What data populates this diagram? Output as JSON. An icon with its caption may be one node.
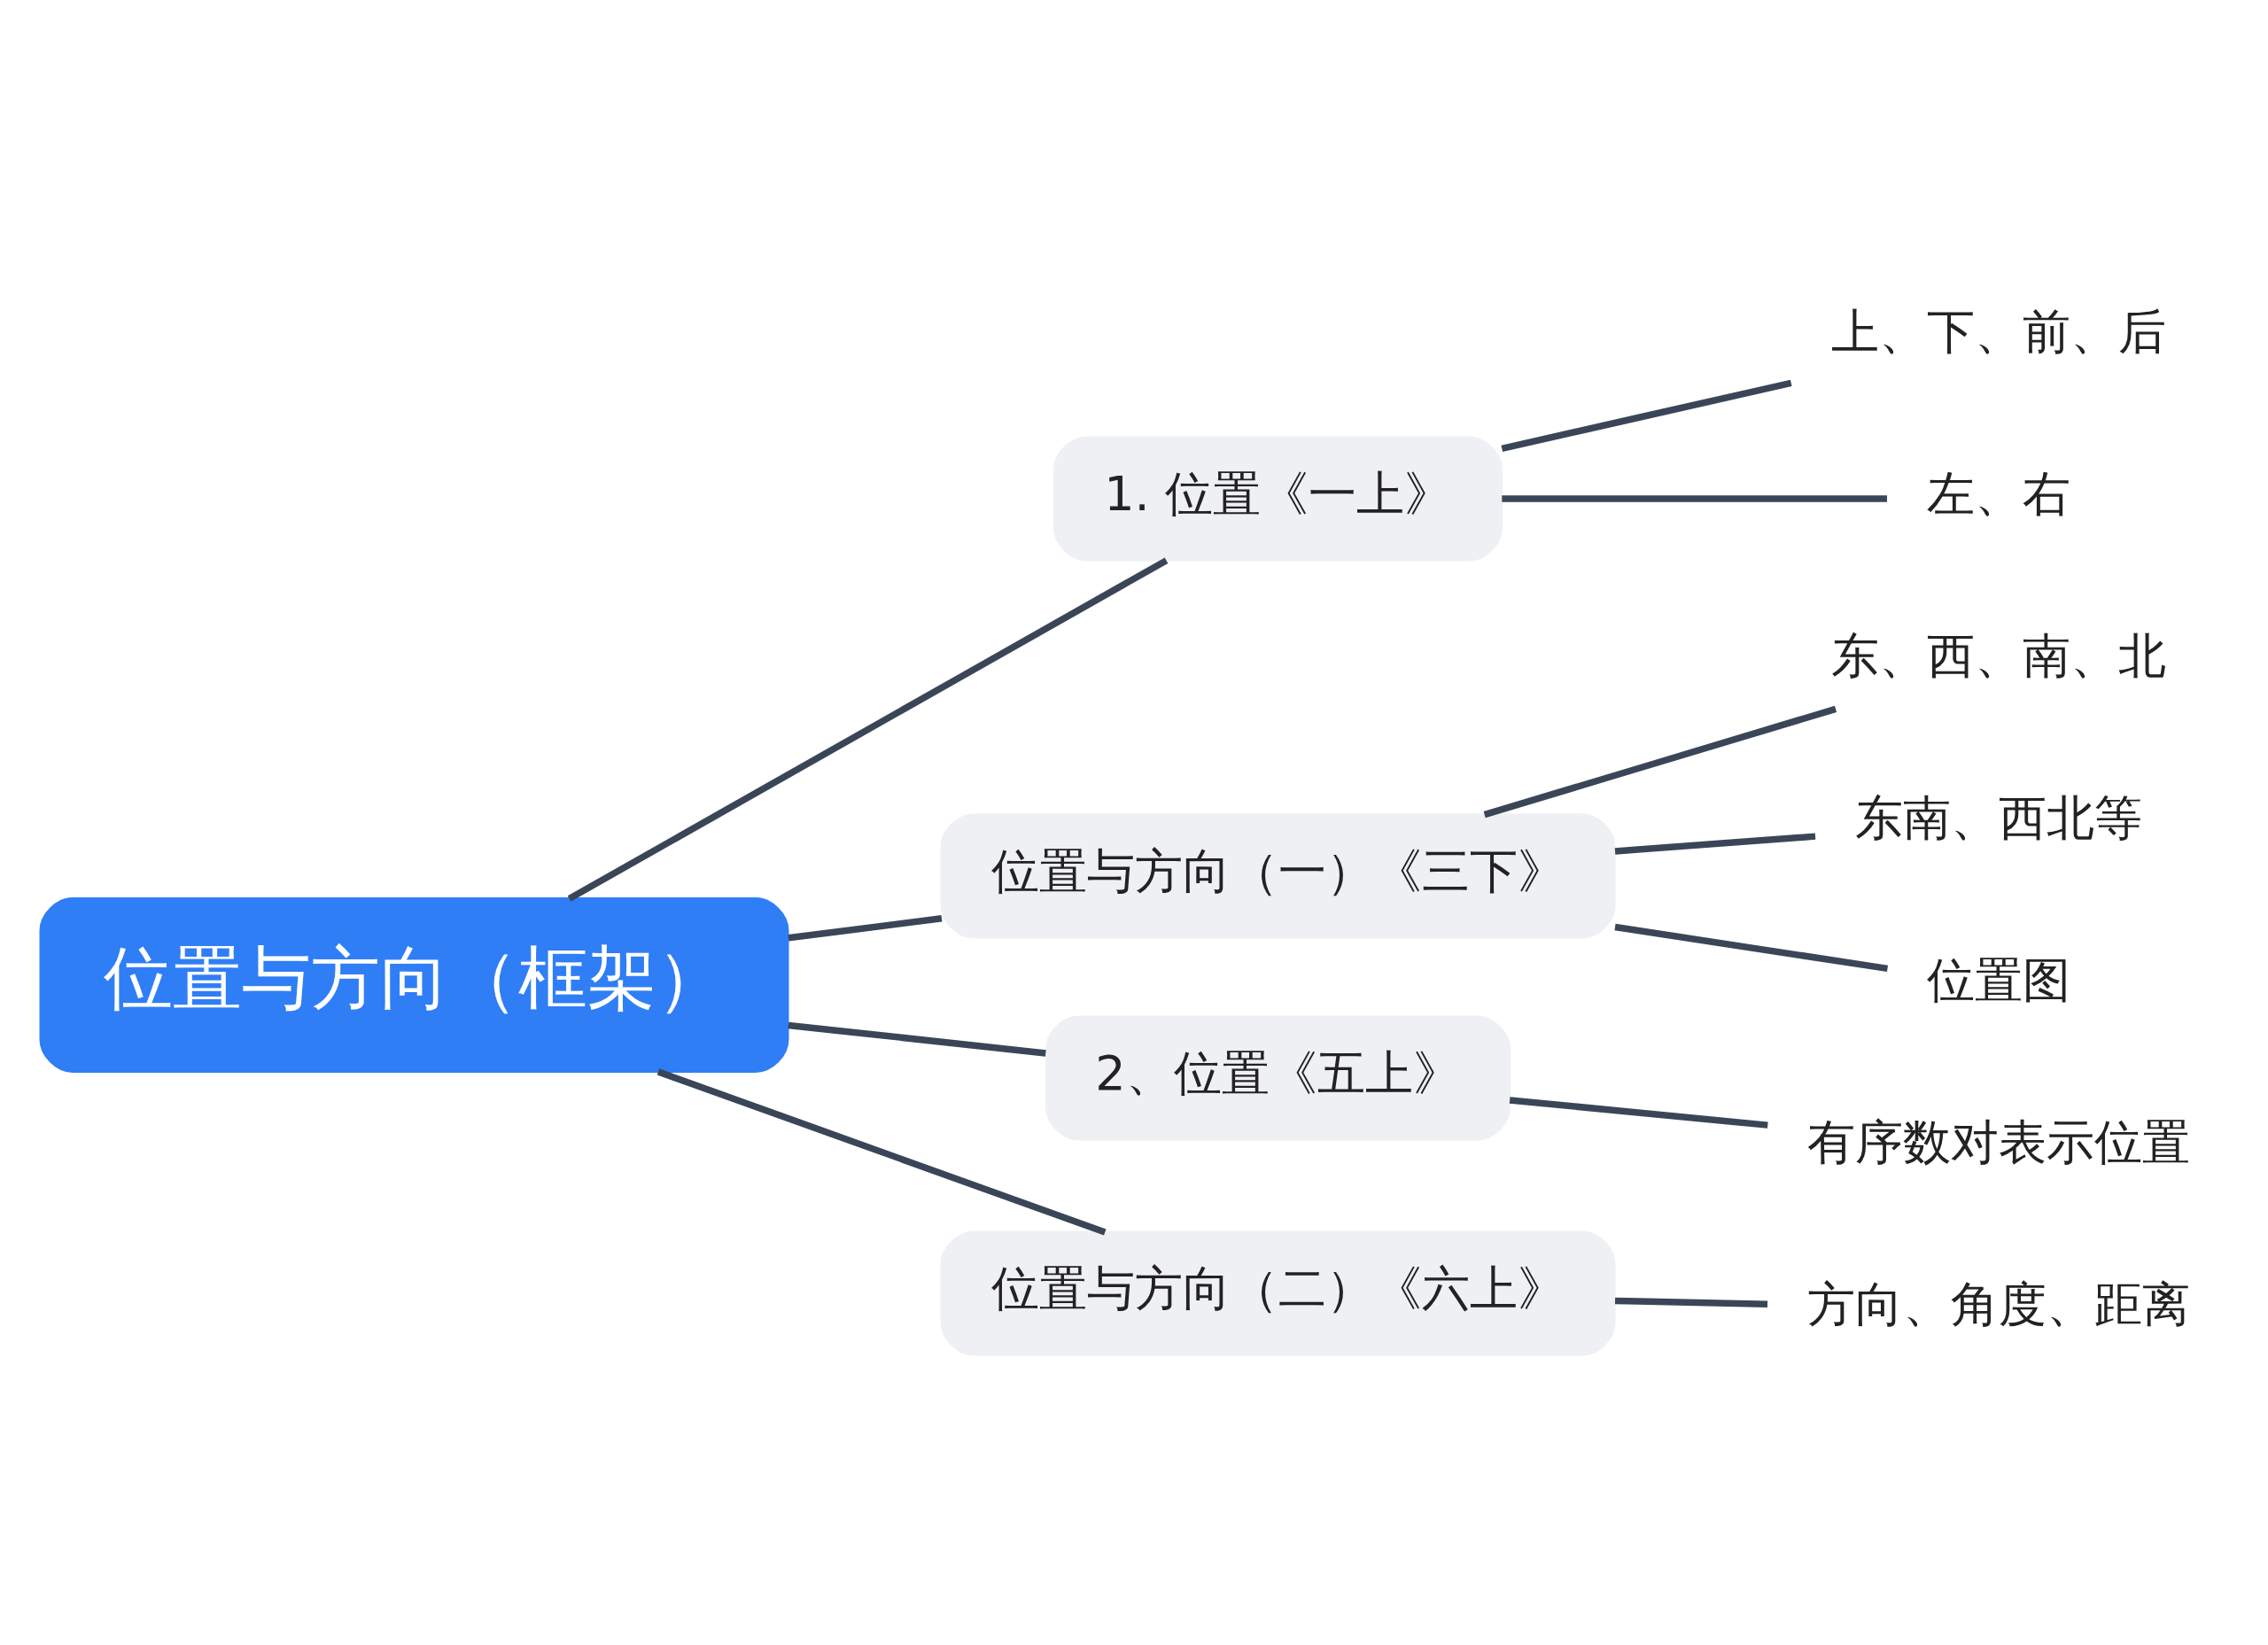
{
  "diagram": {
    "nodes": [
      {
        "text": [
          "位置与方向（框架）"
        ]
      },
      {
        "text": [
          "1. 位置《一上》"
        ]
      },
      {
        "text": [
          "上、下、前、后"
        ]
      },
      {
        "text": [
          "左、右"
        ]
      },
      {
        "text": [
          "位置与方向（一）《三下》"
        ]
      },
      {
        "text": [
          "东、西、南、北"
        ]
      },
      {
        "text": [
          "东南、西北等"
        ]
      },
      {
        "text": [
          "位置图"
        ]
      },
      {
        "text": [
          "2、位置《五上》"
        ]
      },
      {
        "text": [
          "有序数对表示位置"
        ]
      },
      {
        "text": [
          "位置与方向（二）《六上》"
        ]
      },
      {
        "text": [
          "方向、角度、距离"
        ]
      }
    ],
    "edges": [
      {
        "from": 0,
        "to": 1,
        "arrow": "none"
      },
      {
        "from": 0,
        "to": 4,
        "arrow": "none"
      },
      {
        "from": 0,
        "to": 8,
        "arrow": "none"
      },
      {
        "from": 0,
        "to": 10,
        "arrow": "none"
      },
      {
        "from": 1,
        "to": 2,
        "arrow": "none"
      },
      {
        "from": 1,
        "to": 3,
        "arrow": "none"
      },
      {
        "from": 4,
        "to": 5,
        "arrow": "none"
      },
      {
        "from": 4,
        "to": 6,
        "arrow": "none"
      },
      {
        "from": 4,
        "to": 7,
        "arrow": "none"
      },
      {
        "from": 8,
        "to": 9,
        "arrow": "none"
      },
      {
        "from": 10,
        "to": 11,
        "arrow": "none"
      }
    ]
  }
}
